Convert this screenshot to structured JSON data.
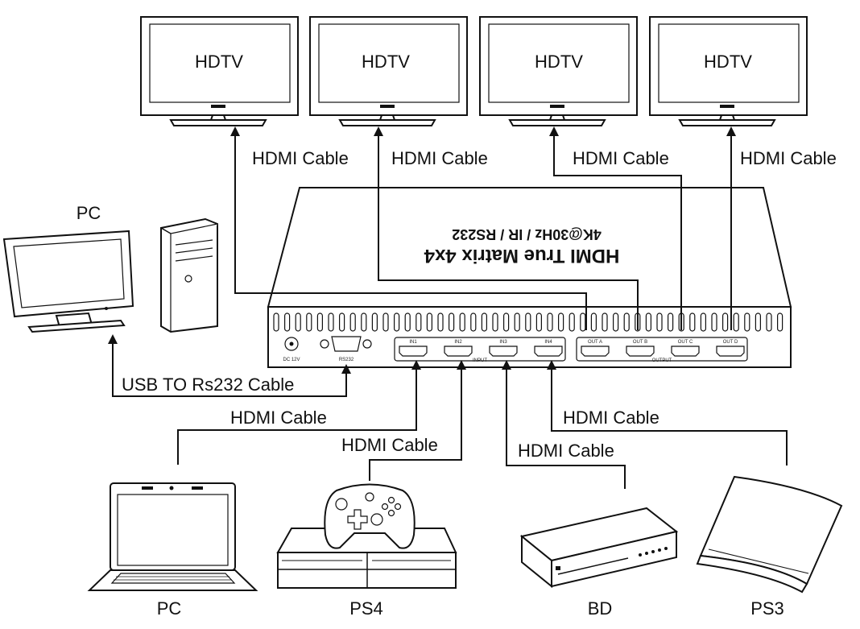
{
  "tvs": [
    {
      "label": "HDTV"
    },
    {
      "label": "HDTV"
    },
    {
      "label": "HDTV"
    },
    {
      "label": "HDTV"
    }
  ],
  "cables": {
    "out_a": "HDMI Cable",
    "out_b": "HDMI Cable",
    "out_c": "HDMI Cable",
    "out_d": "HDMI Cable",
    "in_pc": "HDMI Cable",
    "in_ps4": "HDMI Cable",
    "in_bd": "HDMI Cable",
    "in_ps3": "HDMI Cable",
    "usb": "USB TO Rs232 Cable"
  },
  "matrix": {
    "title": "HDMI True Matrix 4x4",
    "subtitle": "4K@30Hz / IR / RS232",
    "ports": {
      "dc": "DC 12V",
      "rs232": "RS232",
      "in1": "IN1",
      "in2": "IN2",
      "in3": "IN3",
      "in4": "IN4",
      "input_group": "INPUT",
      "out_a": "OUT A",
      "out_b": "OUT B",
      "out_c": "OUT C",
      "out_d": "OUT D",
      "output_group": "OUTPUT"
    }
  },
  "devices": {
    "pc_desktop": "PC",
    "pc_laptop": "PC",
    "ps4": "PS4",
    "bd": "BD",
    "ps3": "PS3"
  }
}
